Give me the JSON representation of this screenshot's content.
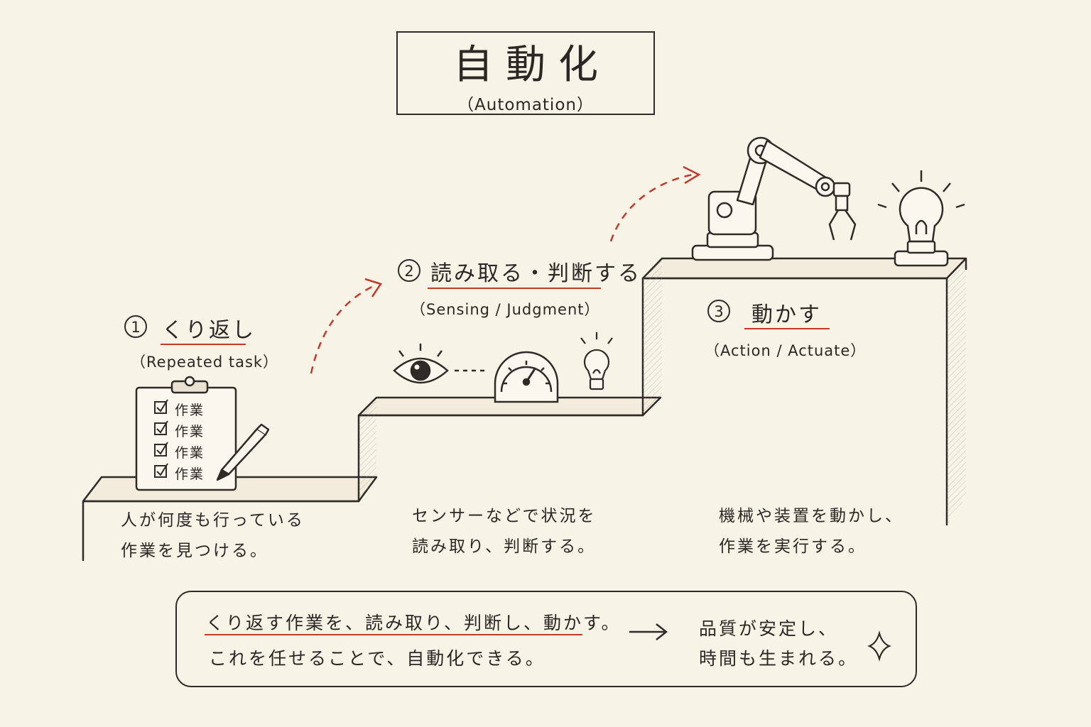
{
  "title": {
    "main": "自動化",
    "sub": "（Automation）"
  },
  "steps": [
    {
      "number": "1",
      "label": "くり返し",
      "sub": "（Repeated task）",
      "desc_line1": "人が何度も行っている",
      "desc_line2": "作業を見つける。"
    },
    {
      "number": "2",
      "label": "読み取る・判断する",
      "sub": "（Sensing / Judgment）",
      "desc_line1": "センサーなどで状況を",
      "desc_line2": "読み取り、判断する。"
    },
    {
      "number": "3",
      "label": "動かす",
      "sub": "（Action / Actuate）",
      "desc_line1": "機械や装置を動かし、",
      "desc_line2": "作業を実行する。"
    }
  ],
  "checklist": {
    "items": [
      "作業",
      "作業",
      "作業",
      "作業"
    ]
  },
  "summary": {
    "line1": "くり返す作業を、読み取り、判断し、動かす。",
    "line2": "これを任せることで、自動化できる。",
    "result_line1": "品質が安定し、",
    "result_line2": "時間も生まれる。"
  },
  "colors": {
    "accent": "#c0392b",
    "ink": "#2b2824",
    "paper": "#f8f3e7"
  },
  "icons": [
    "clipboard-icon",
    "pen-icon",
    "eye-icon",
    "gauge-icon",
    "lightbulb-icon",
    "robot-arm-icon",
    "arrow-right-icon",
    "sparkle-icon"
  ]
}
